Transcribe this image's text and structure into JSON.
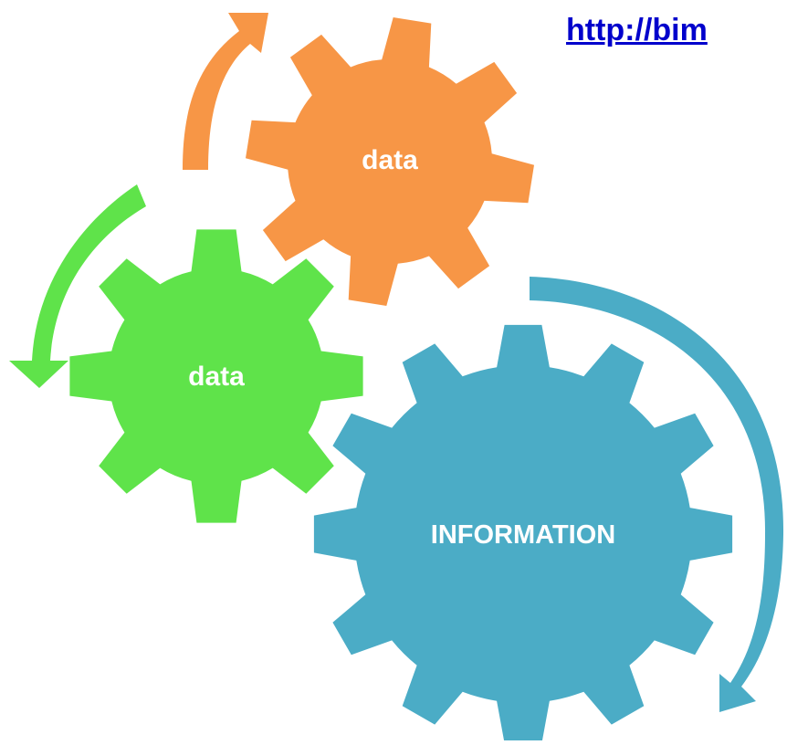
{
  "link": {
    "text": "http://bim",
    "color": "#0000cc"
  },
  "gears": {
    "orange": {
      "label": "data",
      "color": "#f79646"
    },
    "green": {
      "label": "data",
      "color": "#5fe34a"
    },
    "blue": {
      "label": "INFORMATION",
      "color": "#4bacc6"
    }
  },
  "arrows": {
    "orange": {
      "color": "#f79646",
      "icon": "curved-arrow-icon"
    },
    "green": {
      "color": "#5fe34a",
      "icon": "curved-arrow-icon"
    },
    "blue": {
      "color": "#4bacc6",
      "icon": "curved-arrow-icon"
    }
  }
}
